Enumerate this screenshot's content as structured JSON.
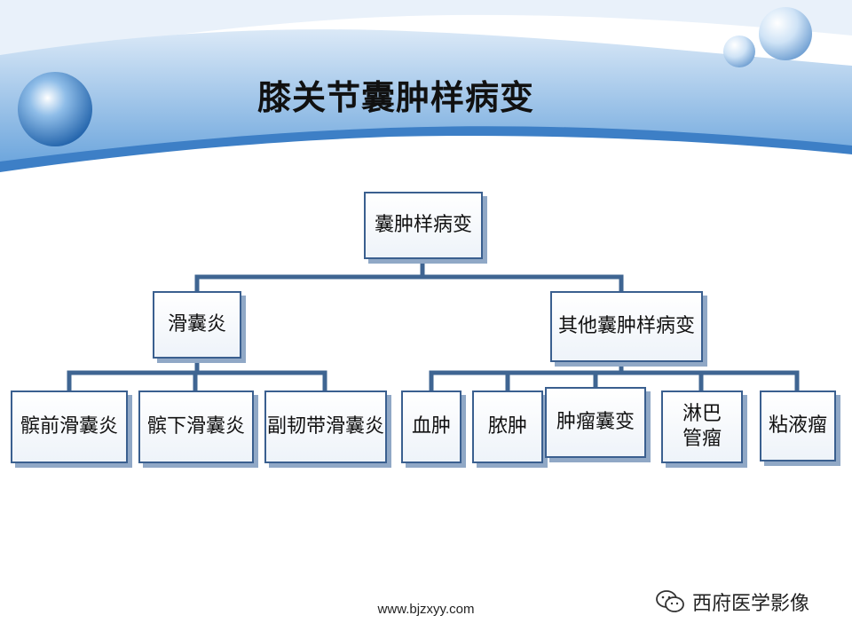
{
  "slide": {
    "title": "膝关节囊肿样病变",
    "footer_url": "www.bjzxyy.com",
    "watermark_text": "西府医学影像"
  },
  "diagram": {
    "root": "囊肿样病变",
    "branches": [
      {
        "label": "滑囊炎",
        "children": [
          "髌前滑囊炎",
          "髌下滑囊炎",
          "副韧带滑囊炎"
        ]
      },
      {
        "label": "其他囊肿样病变",
        "children": [
          "血肿",
          "脓肿",
          "肿瘤囊变",
          "淋巴管瘤",
          "粘液瘤"
        ]
      }
    ]
  },
  "colors": {
    "banner_blue": "#5a9ad8",
    "line_blue": "#3f6592",
    "node_border": "#3a5f8f"
  }
}
